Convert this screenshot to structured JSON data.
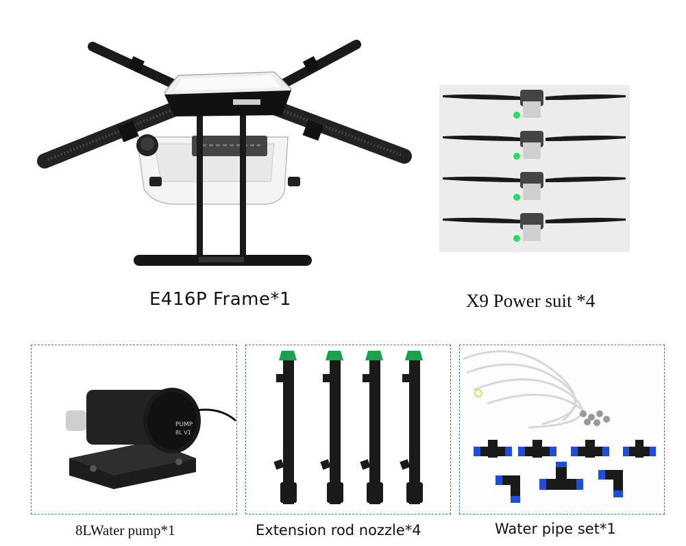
{
  "products": {
    "frame": {
      "caption": "E416P Frame*1"
    },
    "power": {
      "caption": "X9 Power suit *4"
    },
    "pump": {
      "caption": "8LWater pump*1",
      "label_pump": "PUMP",
      "label_size": "8L V1"
    },
    "nozzle": {
      "caption": "Extension rod nozzle*4"
    },
    "pipe": {
      "caption": "Water pipe set*1"
    }
  },
  "colors": {
    "panel_border": "#3b77b0",
    "nozzle_cap": "#1aa24a",
    "fitting_blue": "#1e4fd6",
    "motor_led": "#22dd66"
  }
}
